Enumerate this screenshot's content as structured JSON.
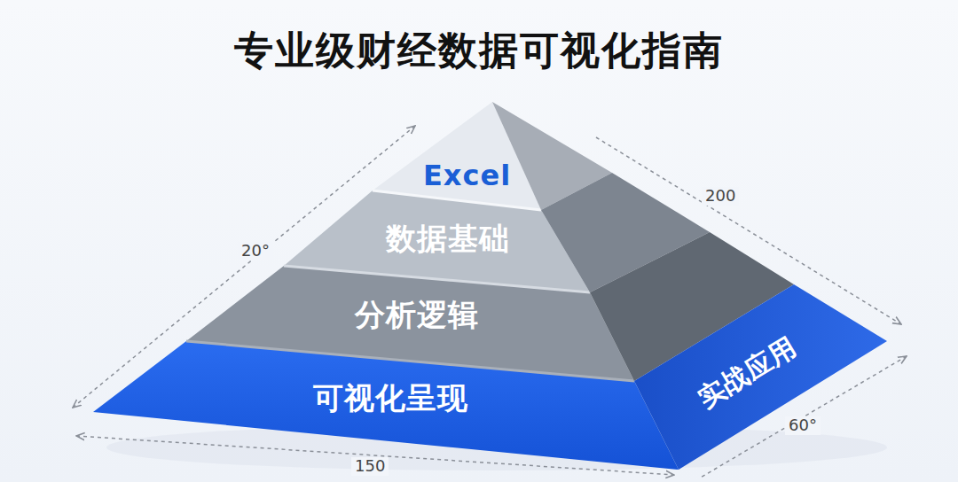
{
  "diagram": {
    "title": "专业级财经数据可视化指南",
    "nodes": [
      {
        "text": [
          "Excel"
        ]
      },
      {
        "text": [
          "数据基础"
        ]
      },
      {
        "text": [
          "分析逻辑"
        ]
      },
      {
        "text": [
          "可视化呈现"
        ]
      },
      {
        "text": [
          "实战应用"
        ]
      }
    ],
    "labels": [
      "20°",
      "200",
      "60°",
      "150"
    ]
  }
}
